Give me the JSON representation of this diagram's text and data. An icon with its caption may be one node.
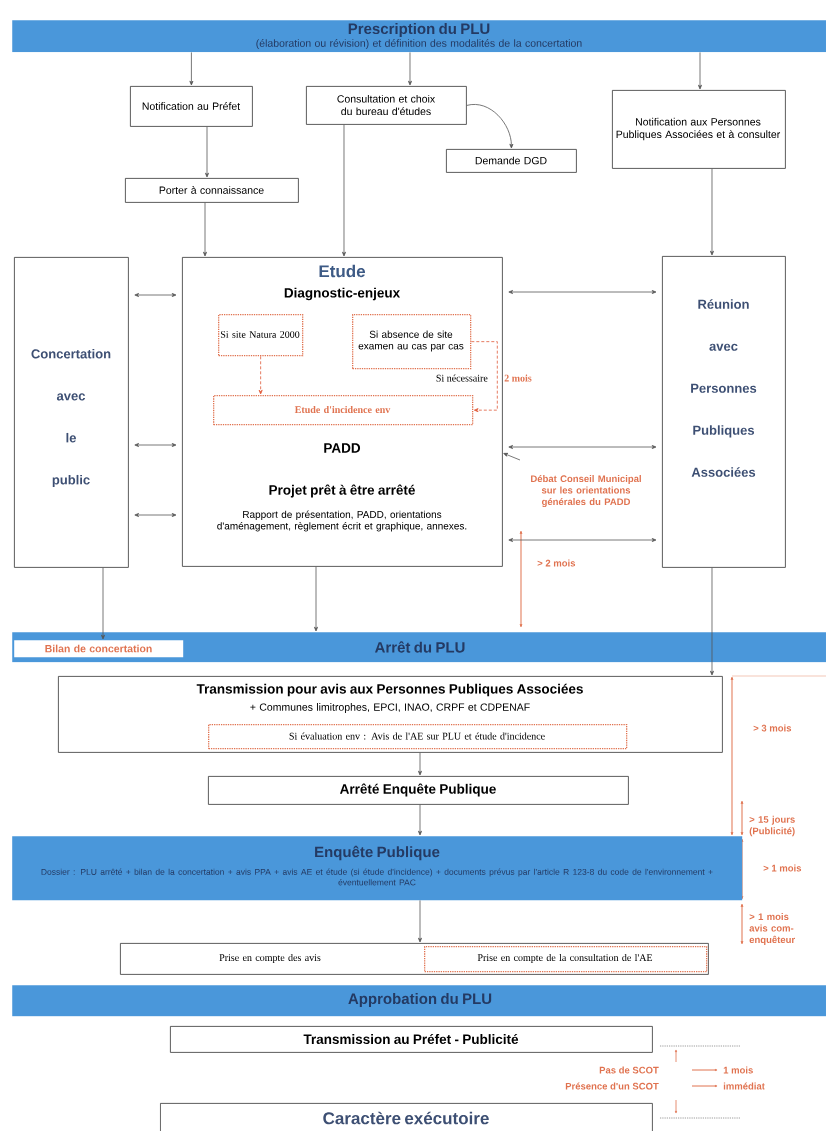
{
  "diagram": {
    "nodes": [
      {
        "text": [
          "Prescription du PLU",
          "(élaboration ou révision) et définition des modalités de la concertation"
        ]
      },
      {
        "text": [
          "Notification au Préfet"
        ]
      },
      {
        "text": [
          "Consultation et choix du bureau d'études"
        ]
      },
      {
        "text": [
          "Demande DGD"
        ]
      },
      {
        "text": [
          "Notification aux Personnes Publiques Associées et à consulter"
        ]
      },
      {
        "text": [
          "Porter à connaissance"
        ]
      },
      {
        "text": [
          "Concertation avec le public"
        ]
      },
      {
        "text": [
          "Etude",
          "Diagnostic-enjeux",
          "PADD",
          "Projet prêt à être arrêté",
          "Rapport de présentation, PADD, orientations d'aménagement, règlement écrit et graphique, annexes."
        ]
      },
      {
        "text": [
          "Si site Natura 2000"
        ],
        "in": 7
      },
      {
        "text": [
          "Si absence de site examen au cas par cas"
        ],
        "in": 7
      },
      {
        "text": [
          "Etude d'incidence env"
        ],
        "in": 7
      },
      {
        "text": [
          "Réunion avec Personnes Publiques Associées"
        ]
      },
      {
        "text": [
          "Débat Conseil Municipal sur les orientations générales du PADD"
        ]
      },
      {
        "text": [
          "Arrêt du PLU"
        ]
      },
      {
        "text": [
          "Bilan de concertation"
        ],
        "in": 13
      },
      {
        "text": [
          "Transmission pour avis aux Personnes Publiques Associées",
          "+ Communes limitrophes, EPCI, INAO, CRPF et CDPENAF"
        ]
      },
      {
        "text": [
          "Si évaluation env : Avis de l'AE sur PLU et étude d'incidence"
        ],
        "in": 15
      },
      {
        "text": [
          "Arrêté Enquête Publique"
        ]
      },
      {
        "text": [
          "Enquête Publique",
          "Dossier : PLU arrêté + bilan de la concertation + avis PPA + avis AE et étude (si étude d'incidence) + documents prévus par l'article R 123-8 du code de l'environnement + éventuellement PAC"
        ]
      },
      {
        "text": [
          "Prise en compte des avis"
        ]
      },
      {
        "text": [
          "Prise en compte de la consultation de l'AE"
        ],
        "in": 19
      },
      {
        "text": [
          "Approbation du PLU"
        ]
      },
      {
        "text": [
          "Transmission au Préfet - Publicité"
        ]
      },
      {
        "text": [
          "Caractère exécutoire"
        ]
      }
    ],
    "edges": [
      {
        "from": 0,
        "to": 1,
        "arrow": "to"
      },
      {
        "from": 0,
        "to": 2,
        "arrow": "to"
      },
      {
        "from": 0,
        "to": 4,
        "arrow": "to"
      },
      {
        "from": 1,
        "to": 5,
        "arrow": "to"
      },
      {
        "from": 2,
        "to": 3,
        "arrow": "to"
      },
      {
        "from": 5,
        "to": 7,
        "arrow": "to"
      },
      {
        "from": 2,
        "to": 7,
        "arrow": "to"
      },
      {
        "from": 4,
        "to": 11,
        "arrow": "to"
      },
      {
        "from": 6,
        "to": 7,
        "arrow": "both"
      },
      {
        "from": 6,
        "to": 7,
        "arrow": "both"
      },
      {
        "from": 6,
        "to": 7,
        "arrow": "both"
      },
      {
        "from": 7,
        "to": 11,
        "arrow": "both"
      },
      {
        "from": 7,
        "to": 11,
        "arrow": "both"
      },
      {
        "from": 7,
        "to": 11,
        "arrow": "both"
      },
      {
        "from": 8,
        "to": 10,
        "arrow": "to",
        "style": "dashed",
        "color": "#e05a3a"
      },
      {
        "from": 9,
        "to": 10,
        "arrow": "to",
        "style": "dashed",
        "color": "#e05a3a"
      },
      {
        "from": 12,
        "to": 7,
        "arrow": "to"
      },
      {
        "from": 6,
        "to": 14,
        "arrow": "to"
      },
      {
        "from": 7,
        "to": 13,
        "arrow": "to"
      },
      {
        "from": 11,
        "to": 15,
        "arrow": "to"
      },
      {
        "from": 15,
        "to": 17,
        "arrow": "to"
      },
      {
        "from": 17,
        "to": 18,
        "arrow": "to"
      },
      {
        "from": 18,
        "to": 19,
        "arrow": "to"
      }
    ],
    "labels": [
      "Si nécessaire",
      "2 mois",
      "> 2 mois",
      "> 3 mois",
      "> 15 jours (Publicité)",
      "> 1 mois",
      "> 1 mois avis com-enquêteur",
      "Pas de SCOT",
      "1 mois",
      "Présence d'un SCOT",
      "immédiat"
    ]
  }
}
